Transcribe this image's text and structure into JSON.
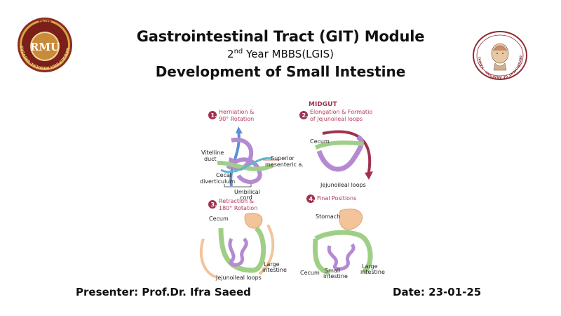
{
  "header": {
    "title": "Gastrointestinal Tract (GIT) Module",
    "year_prefix": "2",
    "year_sup": "nd",
    "year_suffix": " Year MBBS(LGIS)",
    "topic": "Development of Small Intestine"
  },
  "logos": {
    "left": {
      "top_text": "TRUTH",
      "ring_text": "RAWALPINDI MEDICAL UNIVERSITY",
      "monogram": "RMU"
    },
    "right": {
      "ring_text": "DEPARTMENT OF ANATOMY · RAWALPINDI MEDICAL UNIVERSITY"
    }
  },
  "figure": {
    "heading": "MIDGUT",
    "steps": [
      {
        "number": "1.",
        "line1": "Herniation &",
        "line2": "90° Rotation"
      },
      {
        "number": "2.",
        "line1": "Elongation & Formatio",
        "line2": "of Jejunoileal loops"
      },
      {
        "number": "3.",
        "line1": "Retraction &",
        "line2": "180° Rotation"
      },
      {
        "number": "4.",
        "line1": "Final Positions",
        "line2": ""
      }
    ],
    "labels": {
      "vitelline1": "Vitelline",
      "vitelline2": "duct",
      "superior1": "Superior",
      "superior2": "mesenteric a.",
      "cecal1": "Cecal",
      "cecal2": "diverticulum",
      "umbilical1": "Umbilical",
      "umbilical2": "cord",
      "cecum2": "Cecum",
      "jejuno2": "Jejunoileal loops",
      "cecum3": "Cecum",
      "jejuno3": "Jejunoileal loops",
      "large1": "Large",
      "large2": "intestine",
      "stomach": "Stomach",
      "cecum4": "Cecum",
      "small1": "Small",
      "small2": "intestine",
      "large4a": "Large",
      "large4b": "intestine"
    },
    "colors": {
      "purple": "#b58ad1",
      "green": "#9fcf86",
      "blue": "#5d8fd6",
      "peach": "#f3c49a",
      "maroon": "#a0324f"
    }
  },
  "footer": {
    "presenter": "Presenter: Prof.Dr. Ifra Saeed",
    "date": "Date: 23-01-25"
  }
}
